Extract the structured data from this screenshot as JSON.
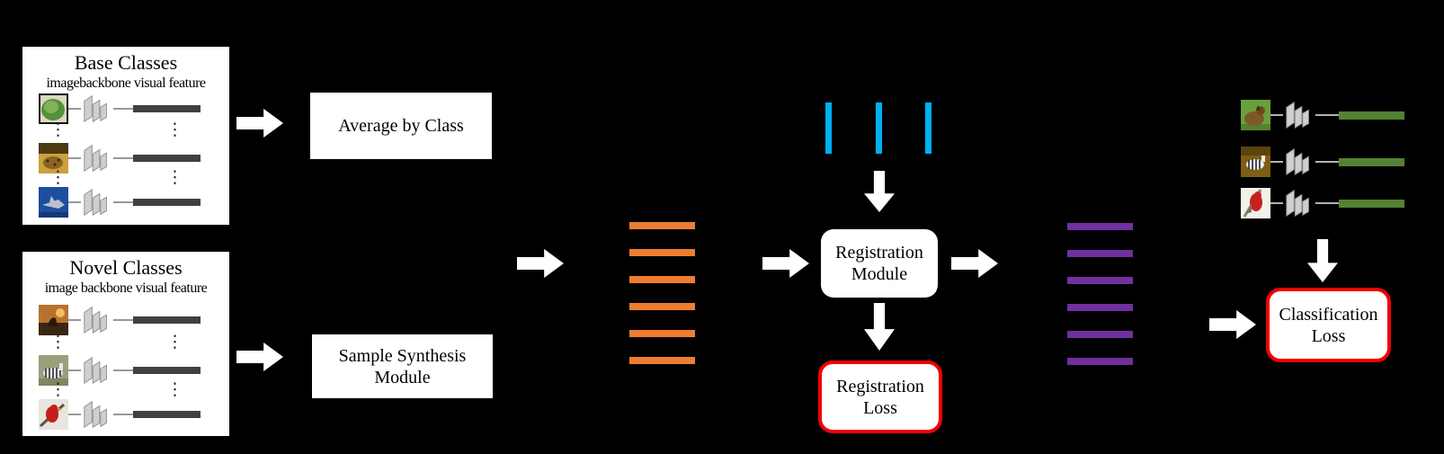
{
  "colors": {
    "background": "#000000",
    "box_fill": "#ffffff",
    "loss_border": "#f10000",
    "orange": "#ED7D31",
    "purple": "#7030A0",
    "blue": "#00B0F0",
    "green": "#548235",
    "left_feature_bar": "#404040"
  },
  "base_box": {
    "title": "Base Classes",
    "columns": "imagebackbone visual feature",
    "rows": [
      {
        "image": "lettuce-image"
      },
      {
        "image": "leopard-image"
      },
      {
        "image": "shark-image"
      }
    ]
  },
  "novel_box": {
    "title": "Novel Classes",
    "columns": "image backbone visual feature",
    "rows": [
      {
        "image": "dog-sunset-image"
      },
      {
        "image": "zebra-grass-image"
      },
      {
        "image": "cardinal-image"
      }
    ]
  },
  "modules": {
    "average": {
      "label": "Average by Class"
    },
    "sample_synthesis": {
      "line1": "Sample Synthesis",
      "line2": "Module"
    },
    "registration_module": {
      "line1": "Registration",
      "line2": "Module"
    },
    "registration_loss": {
      "line1": "Registration",
      "line2": "Loss"
    },
    "classification_loss": {
      "line1": "Classification",
      "line2": "Loss"
    }
  },
  "bars": {
    "orange_group": {
      "count": 6,
      "color": "#ED7D31"
    },
    "purple_group": {
      "count": 6,
      "color": "#7030A0"
    },
    "blue_group": {
      "count": 3,
      "color": "#00B0F0"
    },
    "green_color": "#548235",
    "left_feature_color": "#404040"
  },
  "query_rows": [
    {
      "image": "dog-grass-image"
    },
    {
      "image": "zebra-brown-image"
    },
    {
      "image": "cardinal-light-image"
    }
  ],
  "ellipsis": "⋮"
}
